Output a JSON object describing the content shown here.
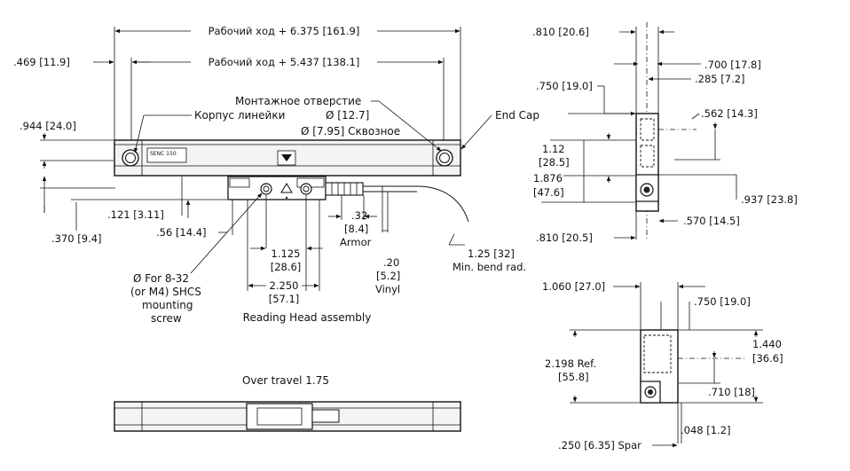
{
  "top_view": {
    "travel_total": "Рабочий ход  + 6.375  [161.9]",
    "travel_inner": "Рабочий ход  + 5.437  [138.1]",
    "left_offset": ".469 [11.9]",
    "mount_hole_title": "Монтажное отверстие",
    "scale_body_label": "Корпус линейки",
    "hole_dia_large": "Ø [12.7]",
    "hole_dia_small": "Ø [7.95] Сквозное",
    "end_cap": "End Cap",
    "height_944": ".944 [24.0]",
    "dim_121": ".121 [3.11]",
    "dim_370": ".370 [9.4]",
    "dim_56": ".56 [14.4]",
    "dim_1125": "1.125",
    "dim_1125_mm": "[28.6]",
    "dim_2250": "2.250",
    "dim_2250_mm": "[57.1]",
    "armor": ".32",
    "armor_mm": "[8.4]",
    "armor_label": "Armor",
    "vinyl": ".20",
    "vinyl_mm": "[5.2]",
    "vinyl_label": "Vinyl",
    "bend": "1.25 [32]",
    "bend_label": "Min. bend rad.",
    "screw_1": "Ø For 8-32",
    "screw_2": "(or M4) SHCS",
    "screw_3": "mounting",
    "screw_4": "screw",
    "head_caption": "Reading Head assembly",
    "scale_marking": "SENC 150"
  },
  "side_view_top": {
    "d810_top": ".810 [20.6]",
    "d700": ".700 [17.8]",
    "d750": ".750 [19.0]",
    "d285": ".285 [7.2]",
    "d562": ".562 [14.3]",
    "d112": "1.12",
    "d112_mm": "[28.5]",
    "d1876": "1.876",
    "d1876_mm": "[47.6]",
    "d937": ".937 [23.8]",
    "d570": ".570 [14.5]",
    "d810_bot": ".810 [20.5]"
  },
  "side_view_bottom": {
    "d1060": "1.060 [27.0]",
    "d750": ".750 [19.0]",
    "d2198": "2.198 Ref.",
    "d2198_mm": "[55.8]",
    "d1440": "1.440",
    "d1440_mm": "[36.6]",
    "d710": ".710 [18]",
    "d048": ".048 [1.2]",
    "d250": ".250 [6.35] Spar"
  },
  "bottom_view": {
    "over_travel": "Over travel 1.75"
  }
}
